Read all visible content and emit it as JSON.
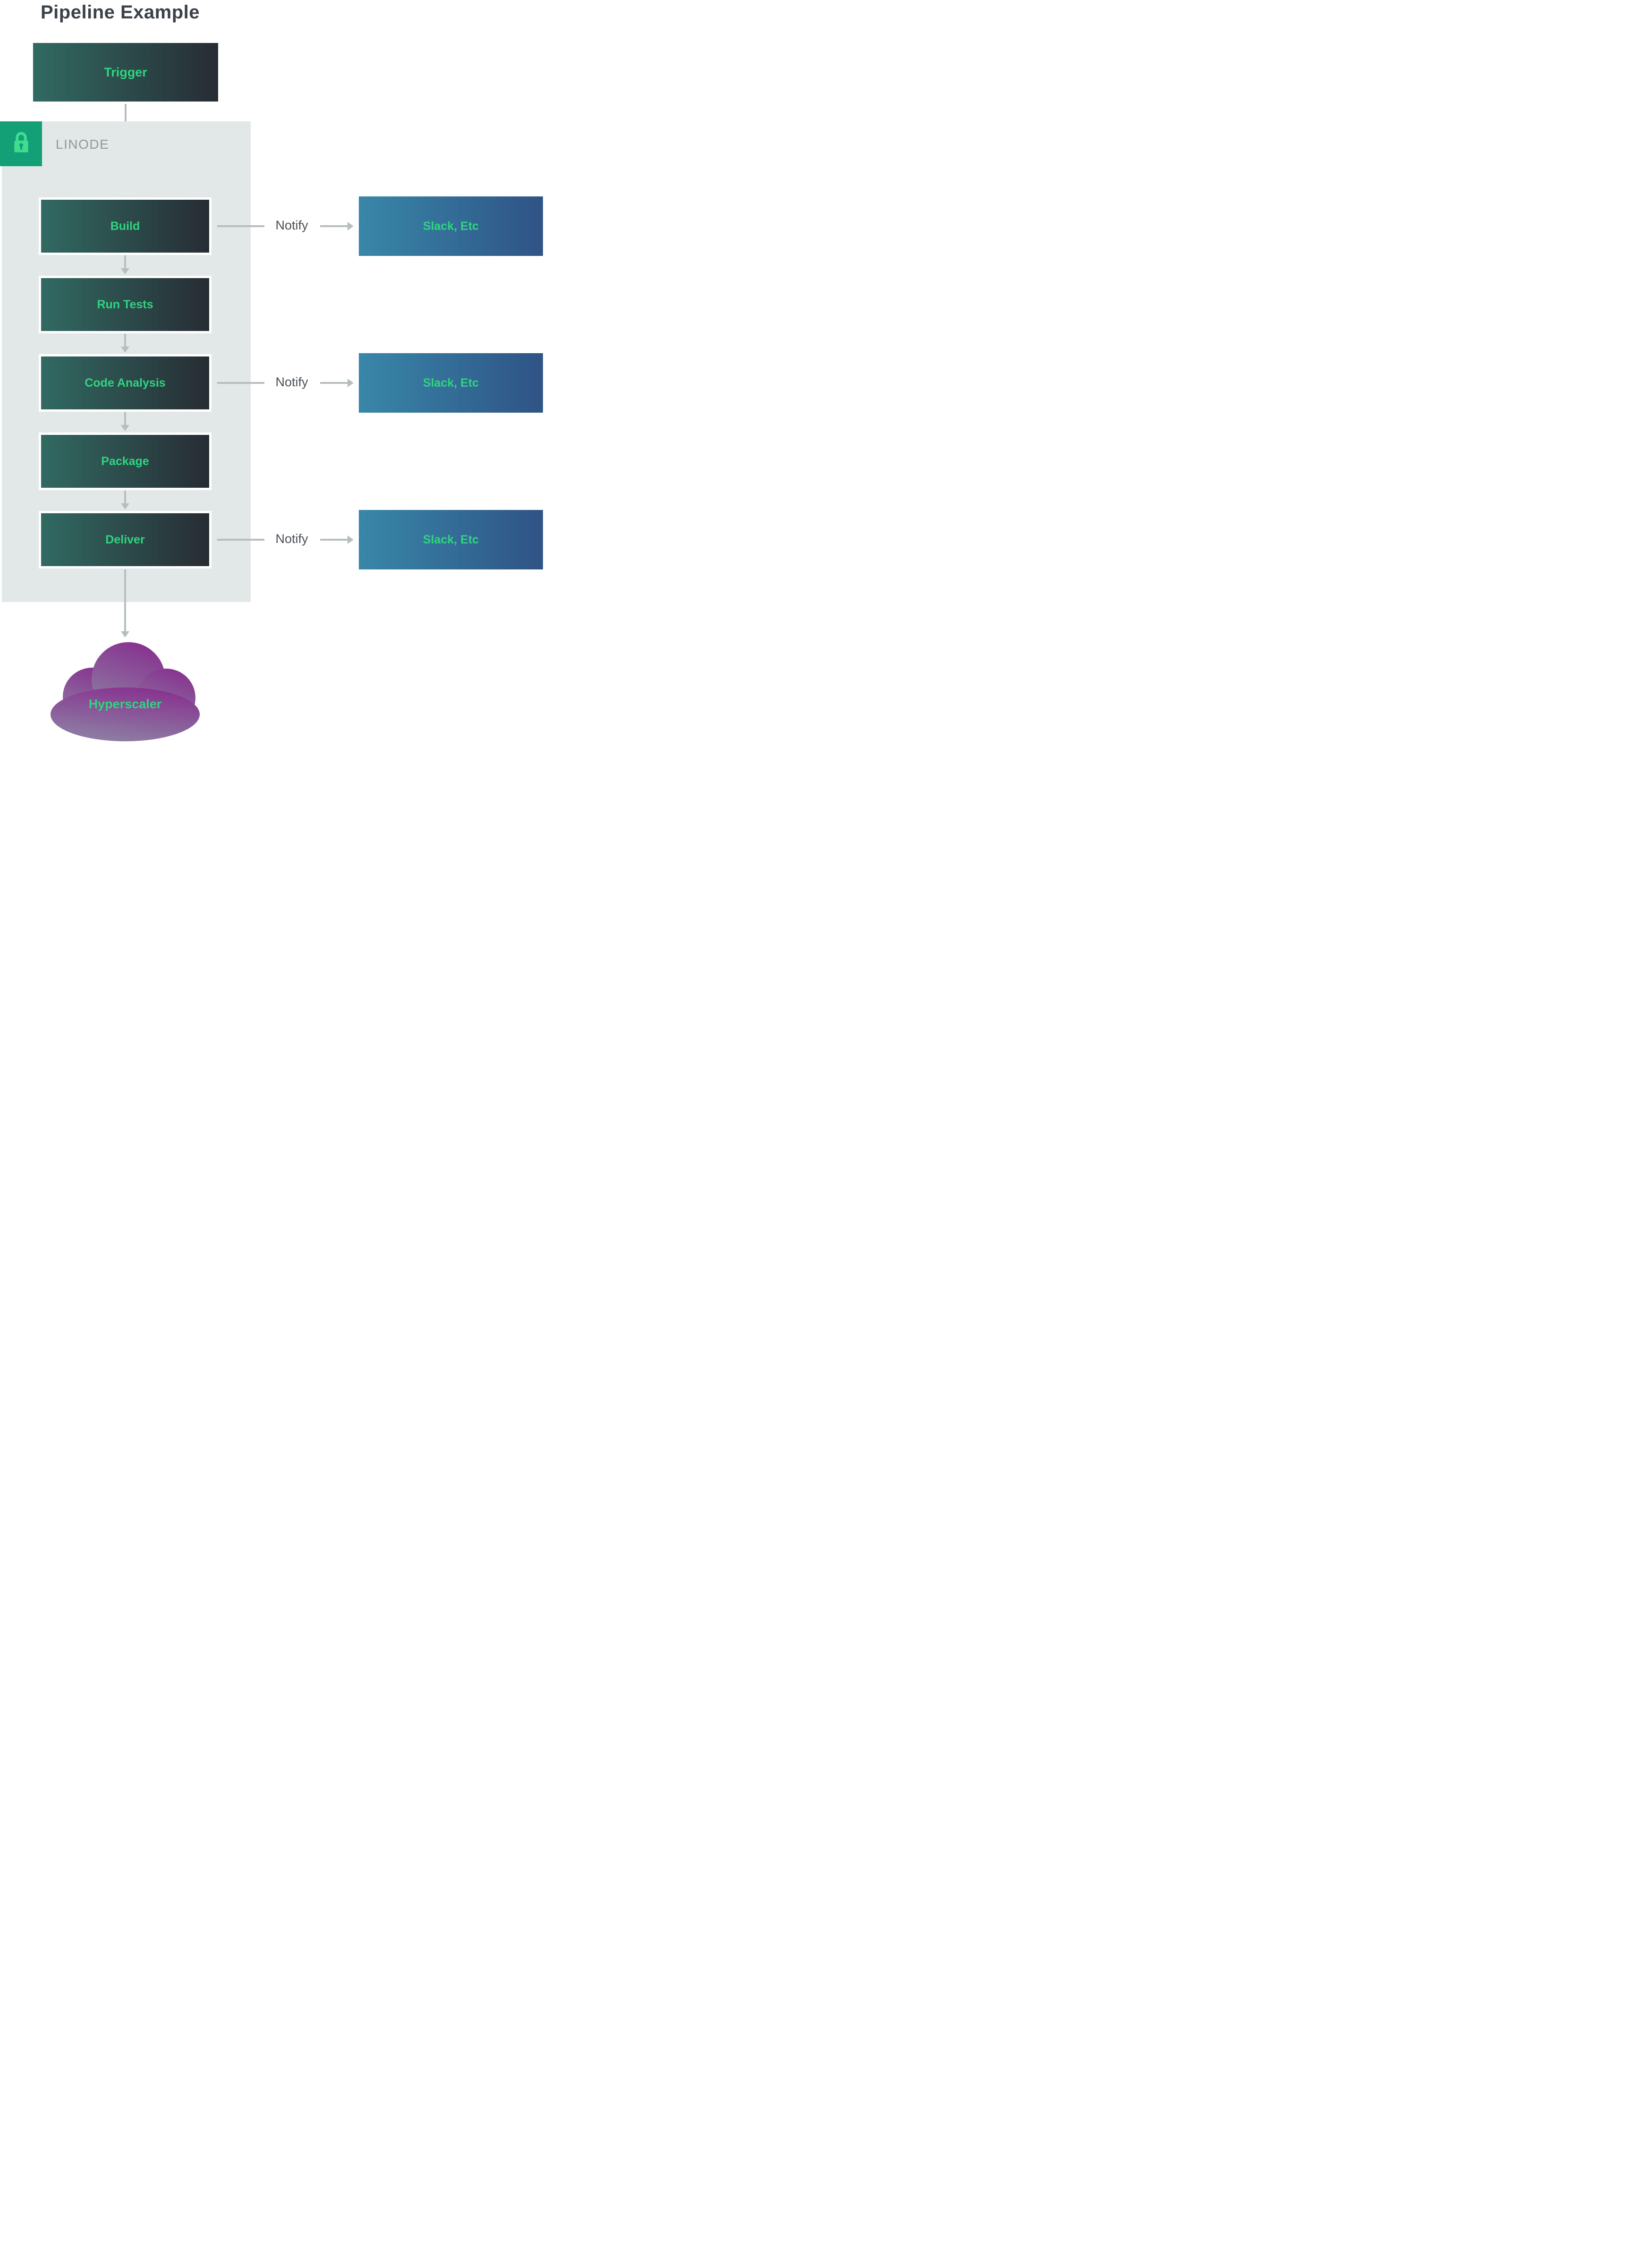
{
  "title": "Pipeline Example",
  "trigger": {
    "label": "Trigger"
  },
  "provider": {
    "label": "LINODE",
    "icon": "lock-icon"
  },
  "stages": [
    {
      "label": "Build",
      "notify": true
    },
    {
      "label": "Run Tests",
      "notify": false
    },
    {
      "label": "Code Analysis",
      "notify": true
    },
    {
      "label": "Package",
      "notify": false
    },
    {
      "label": "Deliver",
      "notify": true
    }
  ],
  "notifications": {
    "connector_label": "Notify",
    "target_label": "Slack, Etc"
  },
  "destination": {
    "label": "Hyperscaler",
    "shape": "cloud"
  },
  "colors": {
    "accent_green": "#2ed57f",
    "stage_gradient_start": "#316a62",
    "stage_gradient_end": "#272c33",
    "notify_gradient_start": "#3887a9",
    "notify_gradient_end": "#2f5385",
    "container_bg": "#e2e7e7",
    "badge_bg": "#13a076",
    "arrow_gray": "#b7bdc0",
    "title_color": "#3b4148",
    "provider_label_color": "#91999e",
    "cloud_gradient_start": "#87328f",
    "cloud_gradient_end": "#8d80a4"
  }
}
